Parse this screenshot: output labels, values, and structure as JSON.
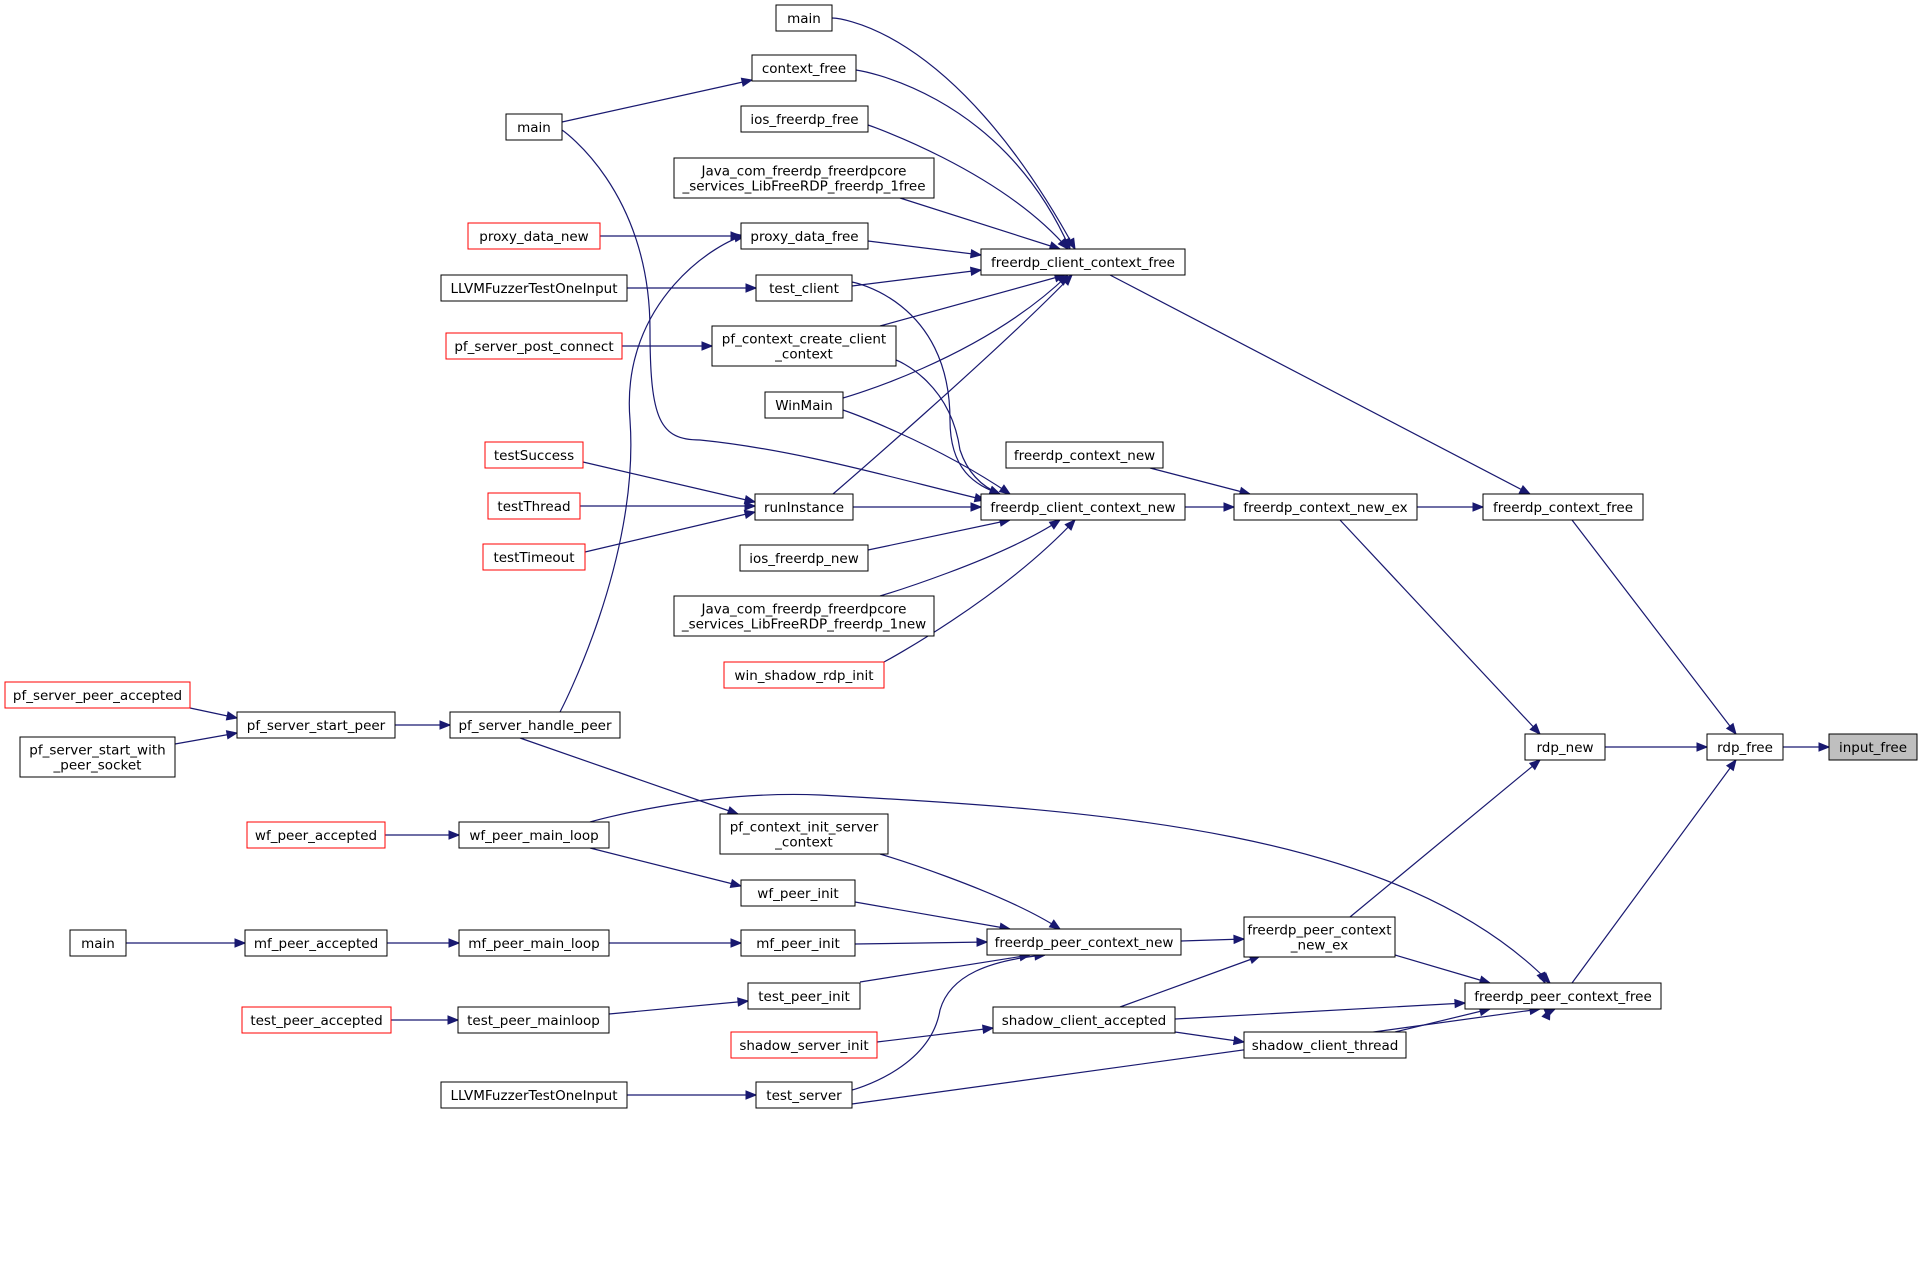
{
  "nodes": [
    {
      "id": "n_input_free",
      "lines": [
        "input_free"
      ],
      "style": "current"
    },
    {
      "id": "n_rdp_free",
      "lines": [
        "rdp_free"
      ],
      "style": "normal"
    },
    {
      "id": "n_rdp_new",
      "lines": [
        "rdp_new"
      ],
      "style": "normal"
    },
    {
      "id": "n_freerdp_context_free",
      "lines": [
        "freerdp_context_free"
      ],
      "style": "normal"
    },
    {
      "id": "n_freerdp_peer_context_free",
      "lines": [
        "freerdp_peer_context_free"
      ],
      "style": "normal"
    },
    {
      "id": "n_freerdp_context_new_ex",
      "lines": [
        "freerdp_context_new_ex"
      ],
      "style": "normal"
    },
    {
      "id": "n_freerdp_peer_context_new_ex",
      "lines": [
        "freerdp_peer_context",
        "_new_ex"
      ],
      "style": "normal"
    },
    {
      "id": "n_freerdp_context_new",
      "lines": [
        "freerdp_context_new"
      ],
      "style": "normal"
    },
    {
      "id": "n_freerdp_client_context_new",
      "lines": [
        "freerdp_client_context_new"
      ],
      "style": "normal"
    },
    {
      "id": "n_freerdp_client_context_free",
      "lines": [
        "freerdp_client_context_free"
      ],
      "style": "normal"
    },
    {
      "id": "n_freerdp_peer_context_new",
      "lines": [
        "freerdp_peer_context_new"
      ],
      "style": "normal"
    },
    {
      "id": "n_shadow_client_accepted",
      "lines": [
        "shadow_client_accepted"
      ],
      "style": "normal"
    },
    {
      "id": "n_shadow_client_thread",
      "lines": [
        "shadow_client_thread"
      ],
      "style": "normal"
    },
    {
      "id": "n_main_top",
      "lines": [
        "main"
      ],
      "style": "normal"
    },
    {
      "id": "n_context_free",
      "lines": [
        "context_free"
      ],
      "style": "normal"
    },
    {
      "id": "n_main_left",
      "lines": [
        "main"
      ],
      "style": "normal"
    },
    {
      "id": "n_ios_freerdp_free",
      "lines": [
        "ios_freerdp_free"
      ],
      "style": "normal"
    },
    {
      "id": "n_java_free",
      "lines": [
        "Java_com_freerdp_freerdpcore",
        "_services_LibFreeRDP_freerdp_1free"
      ],
      "style": "normal"
    },
    {
      "id": "n_proxy_data_new",
      "lines": [
        "proxy_data_new"
      ],
      "style": "trunc"
    },
    {
      "id": "n_proxy_data_free",
      "lines": [
        "proxy_data_free"
      ],
      "style": "normal"
    },
    {
      "id": "n_llvm_top",
      "lines": [
        "LLVMFuzzerTestOneInput"
      ],
      "style": "normal"
    },
    {
      "id": "n_test_client",
      "lines": [
        "test_client"
      ],
      "style": "normal"
    },
    {
      "id": "n_pf_server_post_connect",
      "lines": [
        "pf_server_post_connect"
      ],
      "style": "trunc"
    },
    {
      "id": "n_pf_context_create_client",
      "lines": [
        "pf_context_create_client",
        "_context"
      ],
      "style": "normal"
    },
    {
      "id": "n_winmain",
      "lines": [
        "WinMain"
      ],
      "style": "normal"
    },
    {
      "id": "n_testsuccess",
      "lines": [
        "testSuccess"
      ],
      "style": "trunc"
    },
    {
      "id": "n_testthread",
      "lines": [
        "testThread"
      ],
      "style": "trunc"
    },
    {
      "id": "n_testtimeout",
      "lines": [
        "testTimeout"
      ],
      "style": "trunc"
    },
    {
      "id": "n_runinstance",
      "lines": [
        "runInstance"
      ],
      "style": "normal"
    },
    {
      "id": "n_ios_freerdp_new",
      "lines": [
        "ios_freerdp_new"
      ],
      "style": "normal"
    },
    {
      "id": "n_java_new",
      "lines": [
        "Java_com_freerdp_freerdpcore",
        "_services_LibFreeRDP_freerdp_1new"
      ],
      "style": "normal"
    },
    {
      "id": "n_win_shadow_rdp_init",
      "lines": [
        "win_shadow_rdp_init"
      ],
      "style": "trunc"
    },
    {
      "id": "n_pf_server_peer_accepted",
      "lines": [
        "pf_server_peer_accepted"
      ],
      "style": "trunc"
    },
    {
      "id": "n_pf_server_start_with",
      "lines": [
        "pf_server_start_with",
        "_peer_socket"
      ],
      "style": "normal"
    },
    {
      "id": "n_pf_server_start_peer",
      "lines": [
        "pf_server_start_peer"
      ],
      "style": "normal"
    },
    {
      "id": "n_pf_server_handle_peer",
      "lines": [
        "pf_server_handle_peer"
      ],
      "style": "normal"
    },
    {
      "id": "n_pf_context_init_server",
      "lines": [
        "pf_context_init_server",
        "_context"
      ],
      "style": "normal"
    },
    {
      "id": "n_wf_peer_accepted",
      "lines": [
        "wf_peer_accepted"
      ],
      "style": "trunc"
    },
    {
      "id": "n_wf_peer_main_loop",
      "lines": [
        "wf_peer_main_loop"
      ],
      "style": "normal"
    },
    {
      "id": "n_wf_peer_init",
      "lines": [
        "wf_peer_init"
      ],
      "style": "normal"
    },
    {
      "id": "n_main_bottom",
      "lines": [
        "main"
      ],
      "style": "normal"
    },
    {
      "id": "n_mf_peer_accepted",
      "lines": [
        "mf_peer_accepted"
      ],
      "style": "normal"
    },
    {
      "id": "n_mf_peer_main_loop",
      "lines": [
        "mf_peer_main_loop"
      ],
      "style": "normal"
    },
    {
      "id": "n_mf_peer_init",
      "lines": [
        "mf_peer_init"
      ],
      "style": "normal"
    },
    {
      "id": "n_test_peer_accepted",
      "lines": [
        "test_peer_accepted"
      ],
      "style": "trunc"
    },
    {
      "id": "n_test_peer_mainloop",
      "lines": [
        "test_peer_mainloop"
      ],
      "style": "normal"
    },
    {
      "id": "n_test_peer_init",
      "lines": [
        "test_peer_init"
      ],
      "style": "normal"
    },
    {
      "id": "n_shadow_server_init",
      "lines": [
        "shadow_server_init"
      ],
      "style": "trunc"
    },
    {
      "id": "n_llvm_bottom",
      "lines": [
        "LLVMFuzzerTestOneInput"
      ],
      "style": "normal"
    },
    {
      "id": "n_test_server",
      "lines": [
        "test_server"
      ],
      "style": "normal"
    }
  ],
  "edges": [
    [
      "n_rdp_free",
      "n_input_free"
    ],
    [
      "n_rdp_new",
      "n_rdp_free"
    ],
    [
      "n_freerdp_context_free",
      "n_rdp_free"
    ],
    [
      "n_freerdp_peer_context_free",
      "n_rdp_free"
    ],
    [
      "n_freerdp_context_new_ex",
      "n_rdp_new"
    ],
    [
      "n_freerdp_peer_context_new_ex",
      "n_rdp_new"
    ],
    [
      "n_freerdp_context_new_ex",
      "n_freerdp_context_free"
    ],
    [
      "n_freerdp_client_context_free",
      "n_freerdp_context_free"
    ],
    [
      "n_freerdp_context_new",
      "n_freerdp_context_new_ex"
    ],
    [
      "n_freerdp_client_context_new",
      "n_freerdp_context_new_ex"
    ],
    [
      "n_freerdp_peer_context_new",
      "n_freerdp_peer_context_new_ex"
    ],
    [
      "n_shadow_client_accepted",
      "n_freerdp_peer_context_new_ex"
    ],
    [
      "n_freerdp_peer_context_new_ex",
      "n_freerdp_peer_context_free"
    ],
    [
      "n_shadow_client_accepted",
      "n_freerdp_peer_context_free"
    ],
    [
      "n_shadow_client_thread",
      "n_freerdp_peer_context_free"
    ],
    [
      "n_pf_server_handle_peer",
      "n_freerdp_peer_context_free"
    ],
    [
      "n_wf_peer_main_loop",
      "n_freerdp_peer_context_free"
    ],
    [
      "n_mf_peer_main_loop",
      "n_freerdp_peer_context_free"
    ],
    [
      "n_test_peer_mainloop",
      "n_freerdp_peer_context_free"
    ],
    [
      "n_test_server",
      "n_freerdp_peer_context_free"
    ],
    [
      "n_shadow_client_accepted",
      "n_shadow_client_thread"
    ],
    [
      "n_main_top",
      "n_freerdp_client_context_free"
    ],
    [
      "n_context_free",
      "n_freerdp_client_context_free"
    ],
    [
      "n_ios_freerdp_free",
      "n_freerdp_client_context_free"
    ],
    [
      "n_java_free",
      "n_freerdp_client_context_free"
    ],
    [
      "n_proxy_data_free",
      "n_freerdp_client_context_free"
    ],
    [
      "n_test_client",
      "n_freerdp_client_context_free"
    ],
    [
      "n_pf_context_create_client",
      "n_freerdp_client_context_free"
    ],
    [
      "n_winmain",
      "n_freerdp_client_context_free"
    ],
    [
      "n_runinstance",
      "n_freerdp_client_context_free"
    ],
    [
      "n_main_left",
      "n_context_free"
    ],
    [
      "n_proxy_data_new",
      "n_proxy_data_free"
    ],
    [
      "n_pf_server_handle_peer",
      "n_proxy_data_free"
    ],
    [
      "n_llvm_top",
      "n_test_client"
    ],
    [
      "n_pf_server_post_connect",
      "n_pf_context_create_client"
    ],
    [
      "n_testsuccess",
      "n_runinstance"
    ],
    [
      "n_testthread",
      "n_runinstance"
    ],
    [
      "n_testtimeout",
      "n_runinstance"
    ],
    [
      "n_runinstance",
      "n_freerdp_client_context_new"
    ],
    [
      "n_ios_freerdp_new",
      "n_freerdp_client_context_new"
    ],
    [
      "n_java_new",
      "n_freerdp_client_context_new"
    ],
    [
      "n_win_shadow_rdp_init",
      "n_freerdp_client_context_new"
    ],
    [
      "n_test_client",
      "n_freerdp_client_context_new"
    ],
    [
      "n_pf_context_create_client",
      "n_freerdp_client_context_new"
    ],
    [
      "n_winmain",
      "n_freerdp_client_context_new"
    ],
    [
      "n_main_left",
      "n_freerdp_client_context_new"
    ],
    [
      "n_pf_server_peer_accepted",
      "n_pf_server_start_peer"
    ],
    [
      "n_pf_server_start_with",
      "n_pf_server_start_peer"
    ],
    [
      "n_pf_server_start_peer",
      "n_pf_server_handle_peer"
    ],
    [
      "n_pf_server_handle_peer",
      "n_pf_context_init_server"
    ],
    [
      "n_pf_context_init_server",
      "n_freerdp_peer_context_new"
    ],
    [
      "n_wf_peer_accepted",
      "n_wf_peer_main_loop"
    ],
    [
      "n_wf_peer_main_loop",
      "n_wf_peer_init"
    ],
    [
      "n_wf_peer_init",
      "n_freerdp_peer_context_new"
    ],
    [
      "n_main_bottom",
      "n_mf_peer_accepted"
    ],
    [
      "n_mf_peer_accepted",
      "n_mf_peer_main_loop"
    ],
    [
      "n_mf_peer_main_loop",
      "n_mf_peer_init"
    ],
    [
      "n_mf_peer_init",
      "n_freerdp_peer_context_new"
    ],
    [
      "n_test_peer_accepted",
      "n_test_peer_mainloop"
    ],
    [
      "n_test_peer_mainloop",
      "n_test_peer_init"
    ],
    [
      "n_test_peer_init",
      "n_freerdp_peer_context_new"
    ],
    [
      "n_shadow_server_init",
      "n_shadow_client_accepted"
    ],
    [
      "n_llvm_bottom",
      "n_test_server"
    ],
    [
      "n_test_server",
      "n_freerdp_peer_context_new"
    ]
  ]
}
